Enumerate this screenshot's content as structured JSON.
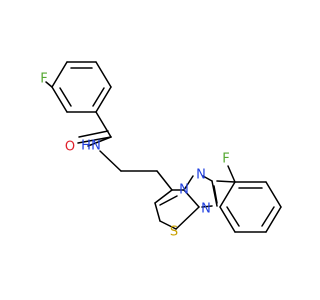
{
  "molecule": {
    "labels": {
      "fluorine_top": "F",
      "fluorine_right": "F",
      "amide_nitrogen": "N",
      "amide_hydrogen": "H",
      "carbonyl_oxygen": "O",
      "sulfur": "S",
      "ring_nitrogen_bridge": "N",
      "ring_nitrogen_top": "N",
      "ring_nitrogen_bottom": "N"
    },
    "colors": {
      "fluorine": "#55a832",
      "nitrogen": "#1f3fe0",
      "oxygen": "#e0202b",
      "sulfur": "#c8a000",
      "bond": "#000000"
    }
  }
}
